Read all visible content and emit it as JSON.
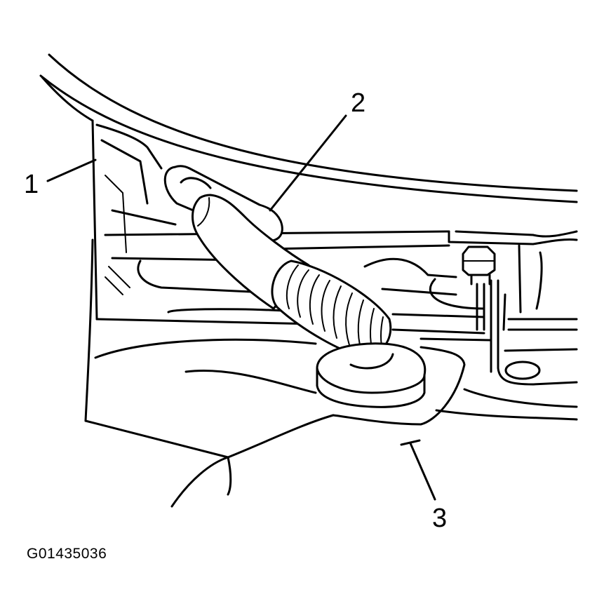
{
  "callouts": [
    {
      "id": "1",
      "label": "1"
    },
    {
      "id": "2",
      "label": "2"
    },
    {
      "id": "3",
      "label": "3"
    }
  ],
  "figure_id": "G01435036",
  "colors": {
    "line": "#000000",
    "background": "#ffffff"
  }
}
